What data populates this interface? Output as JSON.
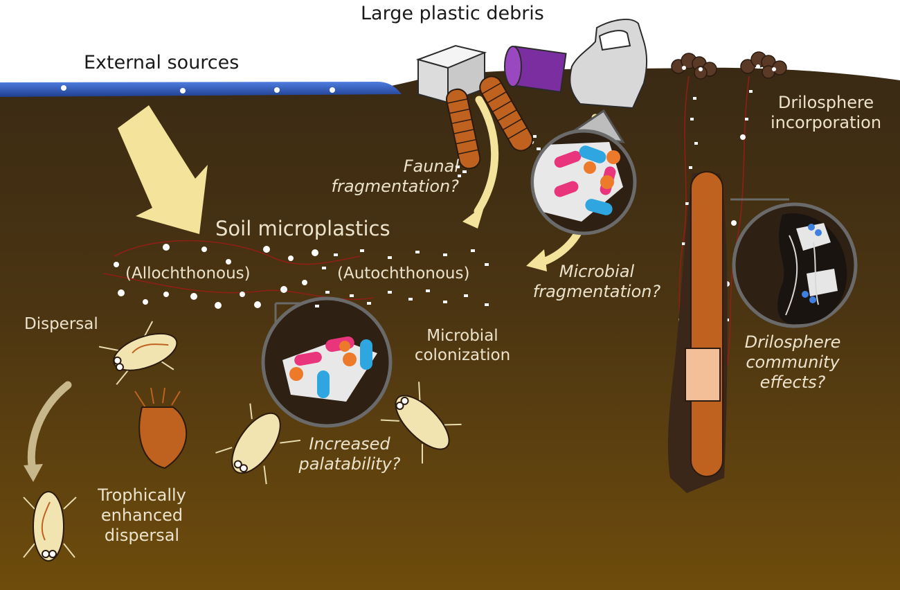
{
  "labels": {
    "large_debris": "Large plastic debris",
    "external_sources": "External sources",
    "drilosphere_incorporation": [
      "Drilosphere",
      "incorporation"
    ],
    "faunal_fragmentation": [
      "Faunal",
      "fragmentation?"
    ],
    "soil_microplastics": "Soil microplastics",
    "allochthonous": "(Allochthonous)",
    "autochthonous": "(Autochthonous)",
    "microbial_fragmentation": [
      "Microbial",
      "fragmentation?"
    ],
    "dispersal": "Dispersal",
    "microbial_colonization": [
      "Microbial",
      "colonization"
    ],
    "drilosphere_community": [
      "Drilosphere",
      "community",
      "effects?"
    ],
    "increased_palatability": [
      "Increased",
      "palatability?"
    ],
    "trophic_dispersal": [
      "Trophically",
      "enhanced",
      "dispersal"
    ]
  },
  "colors": {
    "soil_top": "#3a2a14",
    "soil_bottom": "#6e4c0c",
    "water": "#2e59b8",
    "arrow": "#f3e39b",
    "earthworm": "#c0621f",
    "plastic_pink": "#e8357c",
    "plastic_blue": "#2fa6e0",
    "plastic_orange": "#ec7a2a",
    "plastic_purple": "#7b2ea0"
  },
  "icons": [
    "plastic-box-icon",
    "plastic-cylinder-icon",
    "plastic-bottle-icon",
    "millipede-icon",
    "earthworm-icon",
    "springtail-icon",
    "mite-icon",
    "magnifier-icon",
    "arrow-icon"
  ]
}
